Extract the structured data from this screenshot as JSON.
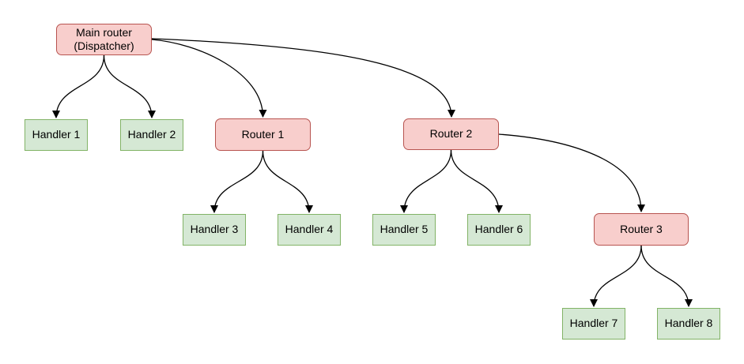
{
  "diagram": {
    "nodes": {
      "main": {
        "label": "Main router\n(Dispatcher)",
        "type": "router"
      },
      "handler1": {
        "label": "Handler 1",
        "type": "handler"
      },
      "handler2": {
        "label": "Handler 2",
        "type": "handler"
      },
      "router1": {
        "label": "Router 1",
        "type": "router"
      },
      "router2": {
        "label": "Router 2",
        "type": "router"
      },
      "handler3": {
        "label": "Handler 3",
        "type": "handler"
      },
      "handler4": {
        "label": "Handler 4",
        "type": "handler"
      },
      "handler5": {
        "label": "Handler 5",
        "type": "handler"
      },
      "handler6": {
        "label": "Handler 6",
        "type": "handler"
      },
      "router3": {
        "label": "Router 3",
        "type": "router"
      },
      "handler7": {
        "label": "Handler 7",
        "type": "handler"
      },
      "handler8": {
        "label": "Handler 8",
        "type": "handler"
      }
    },
    "edges": [
      {
        "from": "main",
        "to": "handler1"
      },
      {
        "from": "main",
        "to": "handler2"
      },
      {
        "from": "main",
        "to": "router1"
      },
      {
        "from": "main",
        "to": "router2"
      },
      {
        "from": "router1",
        "to": "handler3"
      },
      {
        "from": "router1",
        "to": "handler4"
      },
      {
        "from": "router2",
        "to": "handler5"
      },
      {
        "from": "router2",
        "to": "handler6"
      },
      {
        "from": "router2",
        "to": "router3"
      },
      {
        "from": "router3",
        "to": "handler7"
      },
      {
        "from": "router3",
        "to": "handler8"
      }
    ],
    "colors": {
      "router_fill": "#f8cecc",
      "router_border": "#b85450",
      "handler_fill": "#d5e8d4",
      "handler_border": "#82b366",
      "edge": "#000000",
      "background": "#ffffff"
    }
  }
}
